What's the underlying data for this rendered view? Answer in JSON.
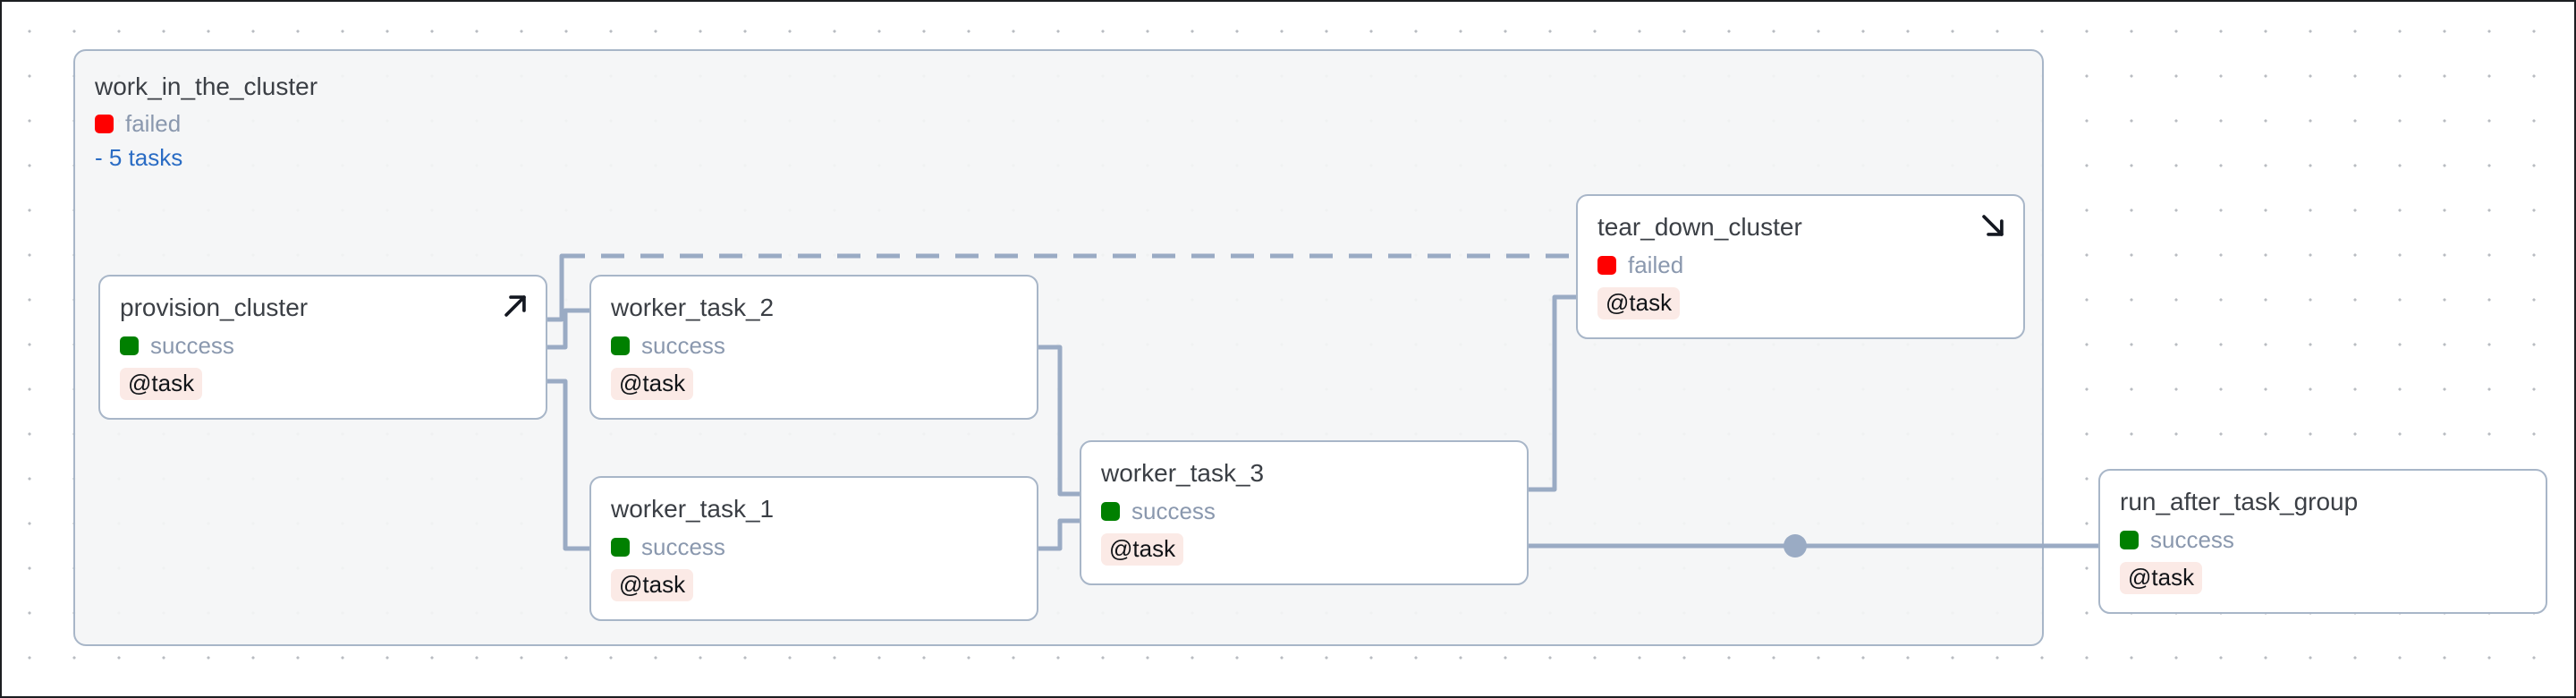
{
  "canvas": {
    "background": "#ffffff",
    "grid_dot_color": "#b9bcc2",
    "border_color": "#1c1e21"
  },
  "colors": {
    "node_border": "#a8b6c8",
    "node_background": "#ffffff",
    "group_background": "#f4f5f6",
    "edge": "#9aabc4",
    "status_success": "#008000",
    "status_failed": "#ff0000",
    "status_text": "#8a98ae",
    "title_text": "#3b3f45",
    "link_text": "#2a6cc4",
    "badge_background": "#fbeae6",
    "badge_text": "#111418"
  },
  "task_group": {
    "name": "work_in_the_cluster",
    "status": "failed",
    "status_color": "#ff0000",
    "tasks_toggle": "- 5 tasks",
    "task_count": 5
  },
  "nodes": [
    {
      "id": "provision_cluster",
      "name": "provision_cluster",
      "status": "success",
      "status_color": "#008000",
      "operator": "@task",
      "arrow_icon": "arrow-up-right-icon",
      "has_arrow": true
    },
    {
      "id": "worker_task_2",
      "name": "worker_task_2",
      "status": "success",
      "status_color": "#008000",
      "operator": "@task",
      "arrow_icon": "",
      "has_arrow": false
    },
    {
      "id": "worker_task_1",
      "name": "worker_task_1",
      "status": "success",
      "status_color": "#008000",
      "operator": "@task",
      "arrow_icon": "",
      "has_arrow": false
    },
    {
      "id": "worker_task_3",
      "name": "worker_task_3",
      "status": "success",
      "status_color": "#008000",
      "operator": "@task",
      "arrow_icon": "",
      "has_arrow": false
    },
    {
      "id": "tear_down_cluster",
      "name": "tear_down_cluster",
      "status": "failed",
      "status_color": "#ff0000",
      "operator": "@task",
      "arrow_icon": "arrow-down-right-icon",
      "has_arrow": true
    },
    {
      "id": "run_after_task_group",
      "name": "run_after_task_group",
      "status": "success",
      "status_color": "#008000",
      "operator": "@task",
      "arrow_icon": "",
      "has_arrow": false
    }
  ],
  "edges": [
    {
      "from": "provision_cluster",
      "to": "worker_task_2",
      "style": "solid"
    },
    {
      "from": "provision_cluster",
      "to": "worker_task_1",
      "style": "solid"
    },
    {
      "from": "provision_cluster",
      "to": "tear_down_cluster",
      "style": "dashed"
    },
    {
      "from": "worker_task_2",
      "to": "worker_task_3",
      "style": "solid"
    },
    {
      "from": "worker_task_1",
      "to": "worker_task_3",
      "style": "solid"
    },
    {
      "from": "worker_task_3",
      "to": "tear_down_cluster",
      "style": "solid"
    },
    {
      "from": "worker_task_3",
      "to": "run_after_task_group",
      "style": "solid"
    }
  ]
}
